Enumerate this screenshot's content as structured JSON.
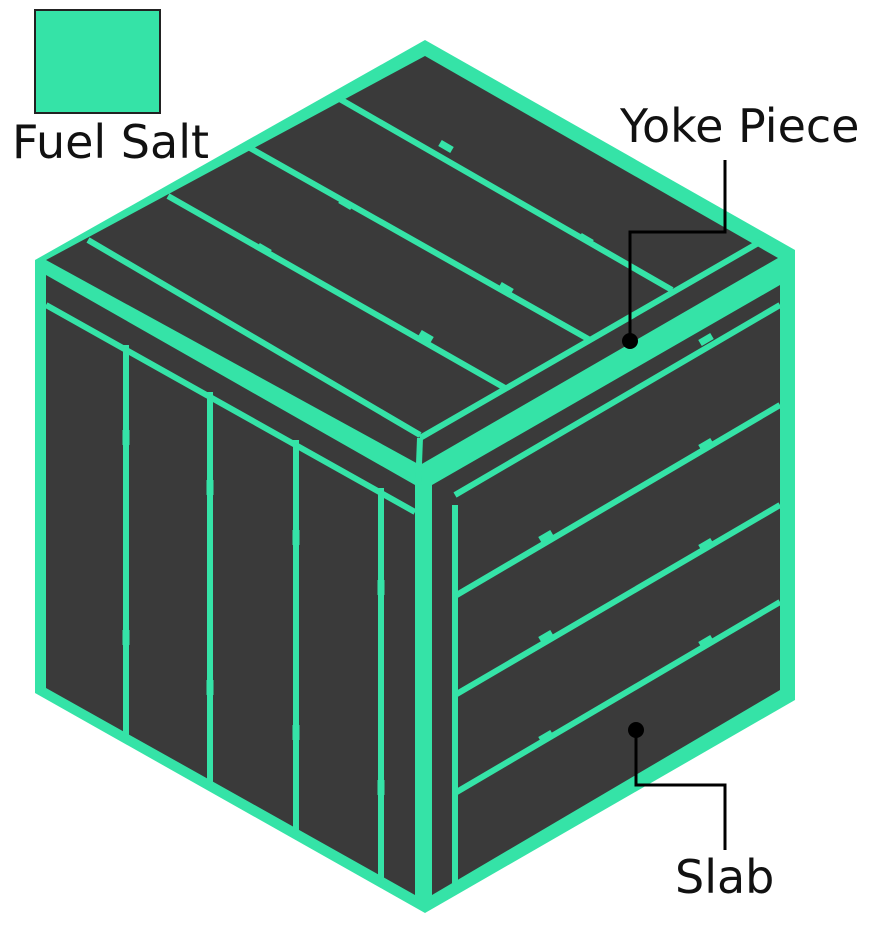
{
  "legend": {
    "label": "Fuel Salt",
    "swatch_color": "#35e3a7"
  },
  "labels": {
    "yoke_piece": "Yoke Piece",
    "slab": "Slab"
  },
  "colors": {
    "salt": "#35e3a7",
    "graphite": "#3a3a3a",
    "leader": "#000000"
  }
}
